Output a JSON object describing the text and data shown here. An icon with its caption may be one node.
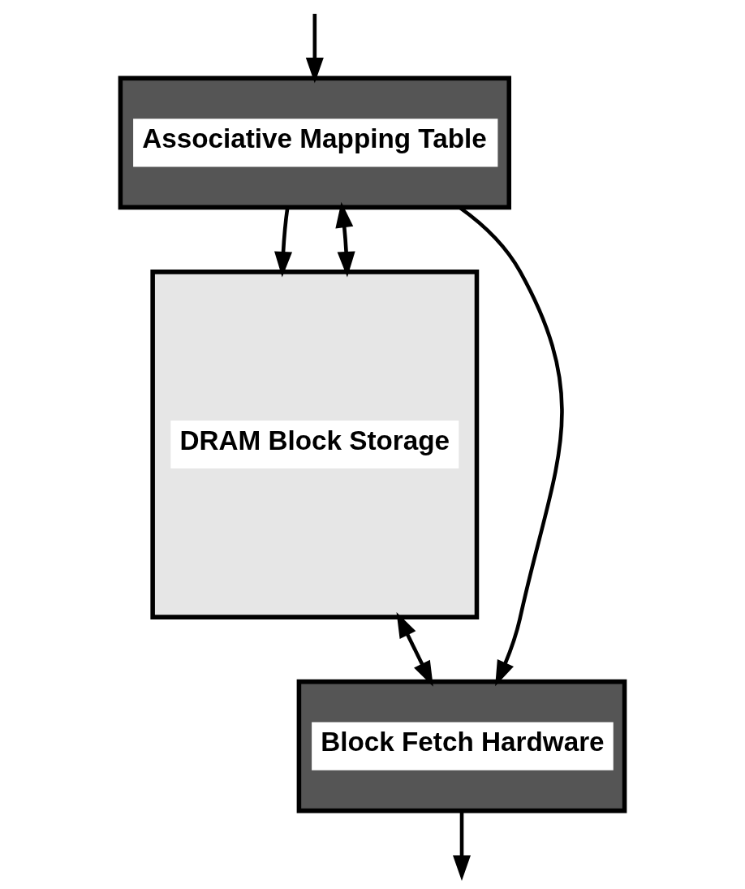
{
  "diagram": {
    "nodes": [
      {
        "text": [
          "Associative Mapping Table"
        ]
      },
      {
        "text": [
          "DRAM Block Storage"
        ]
      },
      {
        "text": [
          "Block Fetch Hardware"
        ]
      }
    ],
    "edges": [
      {
        "from": null,
        "to": 0,
        "arrow": "to"
      },
      {
        "from": 0,
        "to": 1,
        "arrow": "to"
      },
      {
        "from": 0,
        "to": 1,
        "arrow": "both"
      },
      {
        "from": 1,
        "to": 2,
        "arrow": "both"
      },
      {
        "from": 0,
        "to": 2,
        "arrow": "to"
      },
      {
        "from": 2,
        "to": null,
        "arrow": "to"
      }
    ]
  }
}
